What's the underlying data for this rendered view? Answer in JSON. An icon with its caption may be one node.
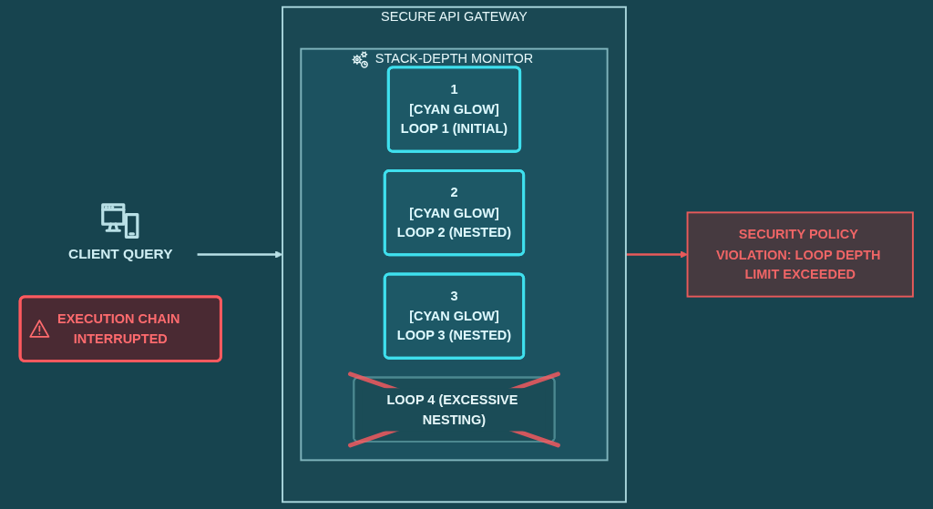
{
  "diagram": {
    "nodes": [
      {
        "text": [
          "CLIENT QUERY"
        ]
      },
      {
        "text": [
          "SECURE API GATEWAY"
        ]
      },
      {
        "text": [
          "STACK-DEPTH MONITOR"
        ],
        "in": 1
      },
      {
        "text": [
          "1",
          "[CYAN GLOW]",
          "LOOP 1 (INITIAL)"
        ],
        "in": 2
      },
      {
        "text": [
          "2",
          "[CYAN GLOW]",
          "LOOP 2 (NESTED)"
        ],
        "in": 2
      },
      {
        "text": [
          "3",
          "[CYAN GLOW]",
          "LOOP 3 (NESTED)"
        ],
        "in": 2
      },
      {
        "text": [
          "LOOP 4 (EXCESSIVE NESTING)"
        ],
        "in": 2
      },
      {
        "text": [
          "EXECUTION CHAIN INTERRUPTED"
        ]
      },
      {
        "text": [
          "SECURITY POLICY VIOLATION: LOOP DEPTH LIMIT EXCEEDED"
        ]
      }
    ],
    "edges": [
      {
        "from": 0,
        "to": 1,
        "arrow": "to"
      },
      {
        "from": 1,
        "to": 8,
        "arrow": "to",
        "color": "#e85a5a"
      }
    ]
  }
}
